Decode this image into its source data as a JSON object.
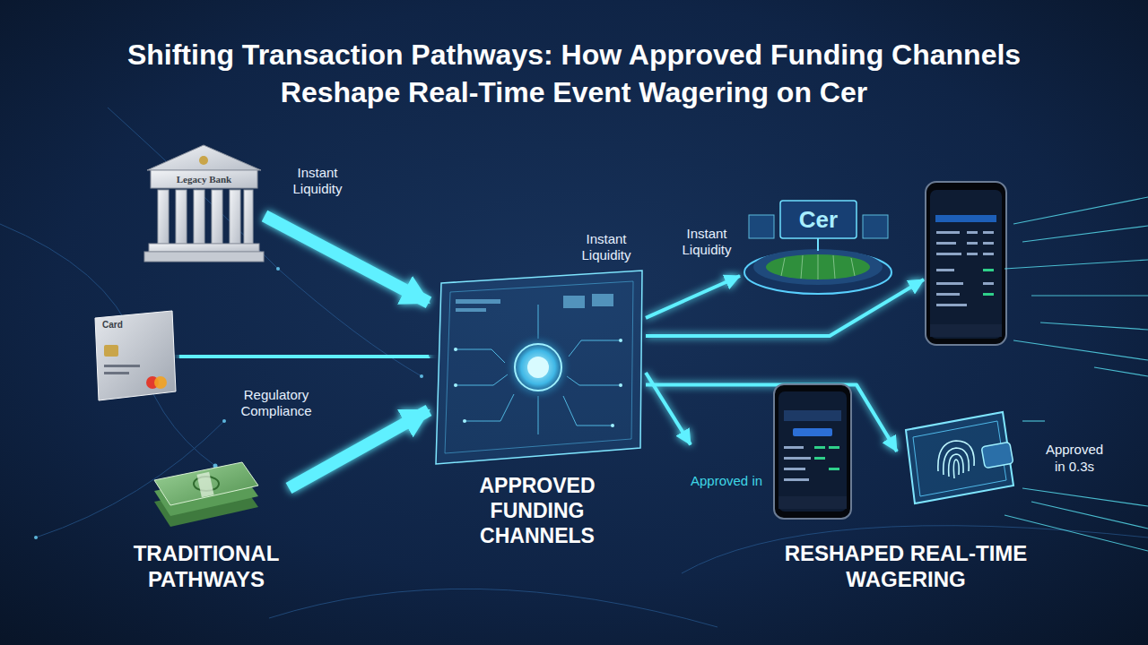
{
  "diagram": {
    "title": "Shifting Transaction Pathways: How Approved Funding Channels Reshape Real-Time Event Wagering on Cer",
    "nodes": [
      {
        "text": [
          "Legacy Bank"
        ]
      },
      {
        "text": [
          "Card"
        ]
      },
      {
        "text": [
          "APPROVED FUNDING CHANNELS"
        ]
      },
      {
        "text": [
          "Cer"
        ]
      },
      {
        "text": [
          "Approved in"
        ]
      },
      {
        "text": [
          "Approved in 0.3s"
        ]
      }
    ],
    "edges": [
      {
        "from": 0,
        "to": 2,
        "arrow": "to"
      },
      {
        "from": 1,
        "to": 2,
        "arrow": "to"
      },
      {
        "from": 2,
        "to": 3,
        "arrow": "to"
      },
      {
        "from": 2,
        "to": 4,
        "arrow": "to"
      },
      {
        "from": 2,
        "to": 5,
        "arrow": "to"
      }
    ],
    "labels": [
      "Instant Liquidity",
      "Instant Liquidity",
      "Instant Liquidity",
      "Regulatory Compliance",
      "TRADITIONAL PATHWAYS",
      "RESHAPED REAL-TIME WAGERING"
    ]
  }
}
